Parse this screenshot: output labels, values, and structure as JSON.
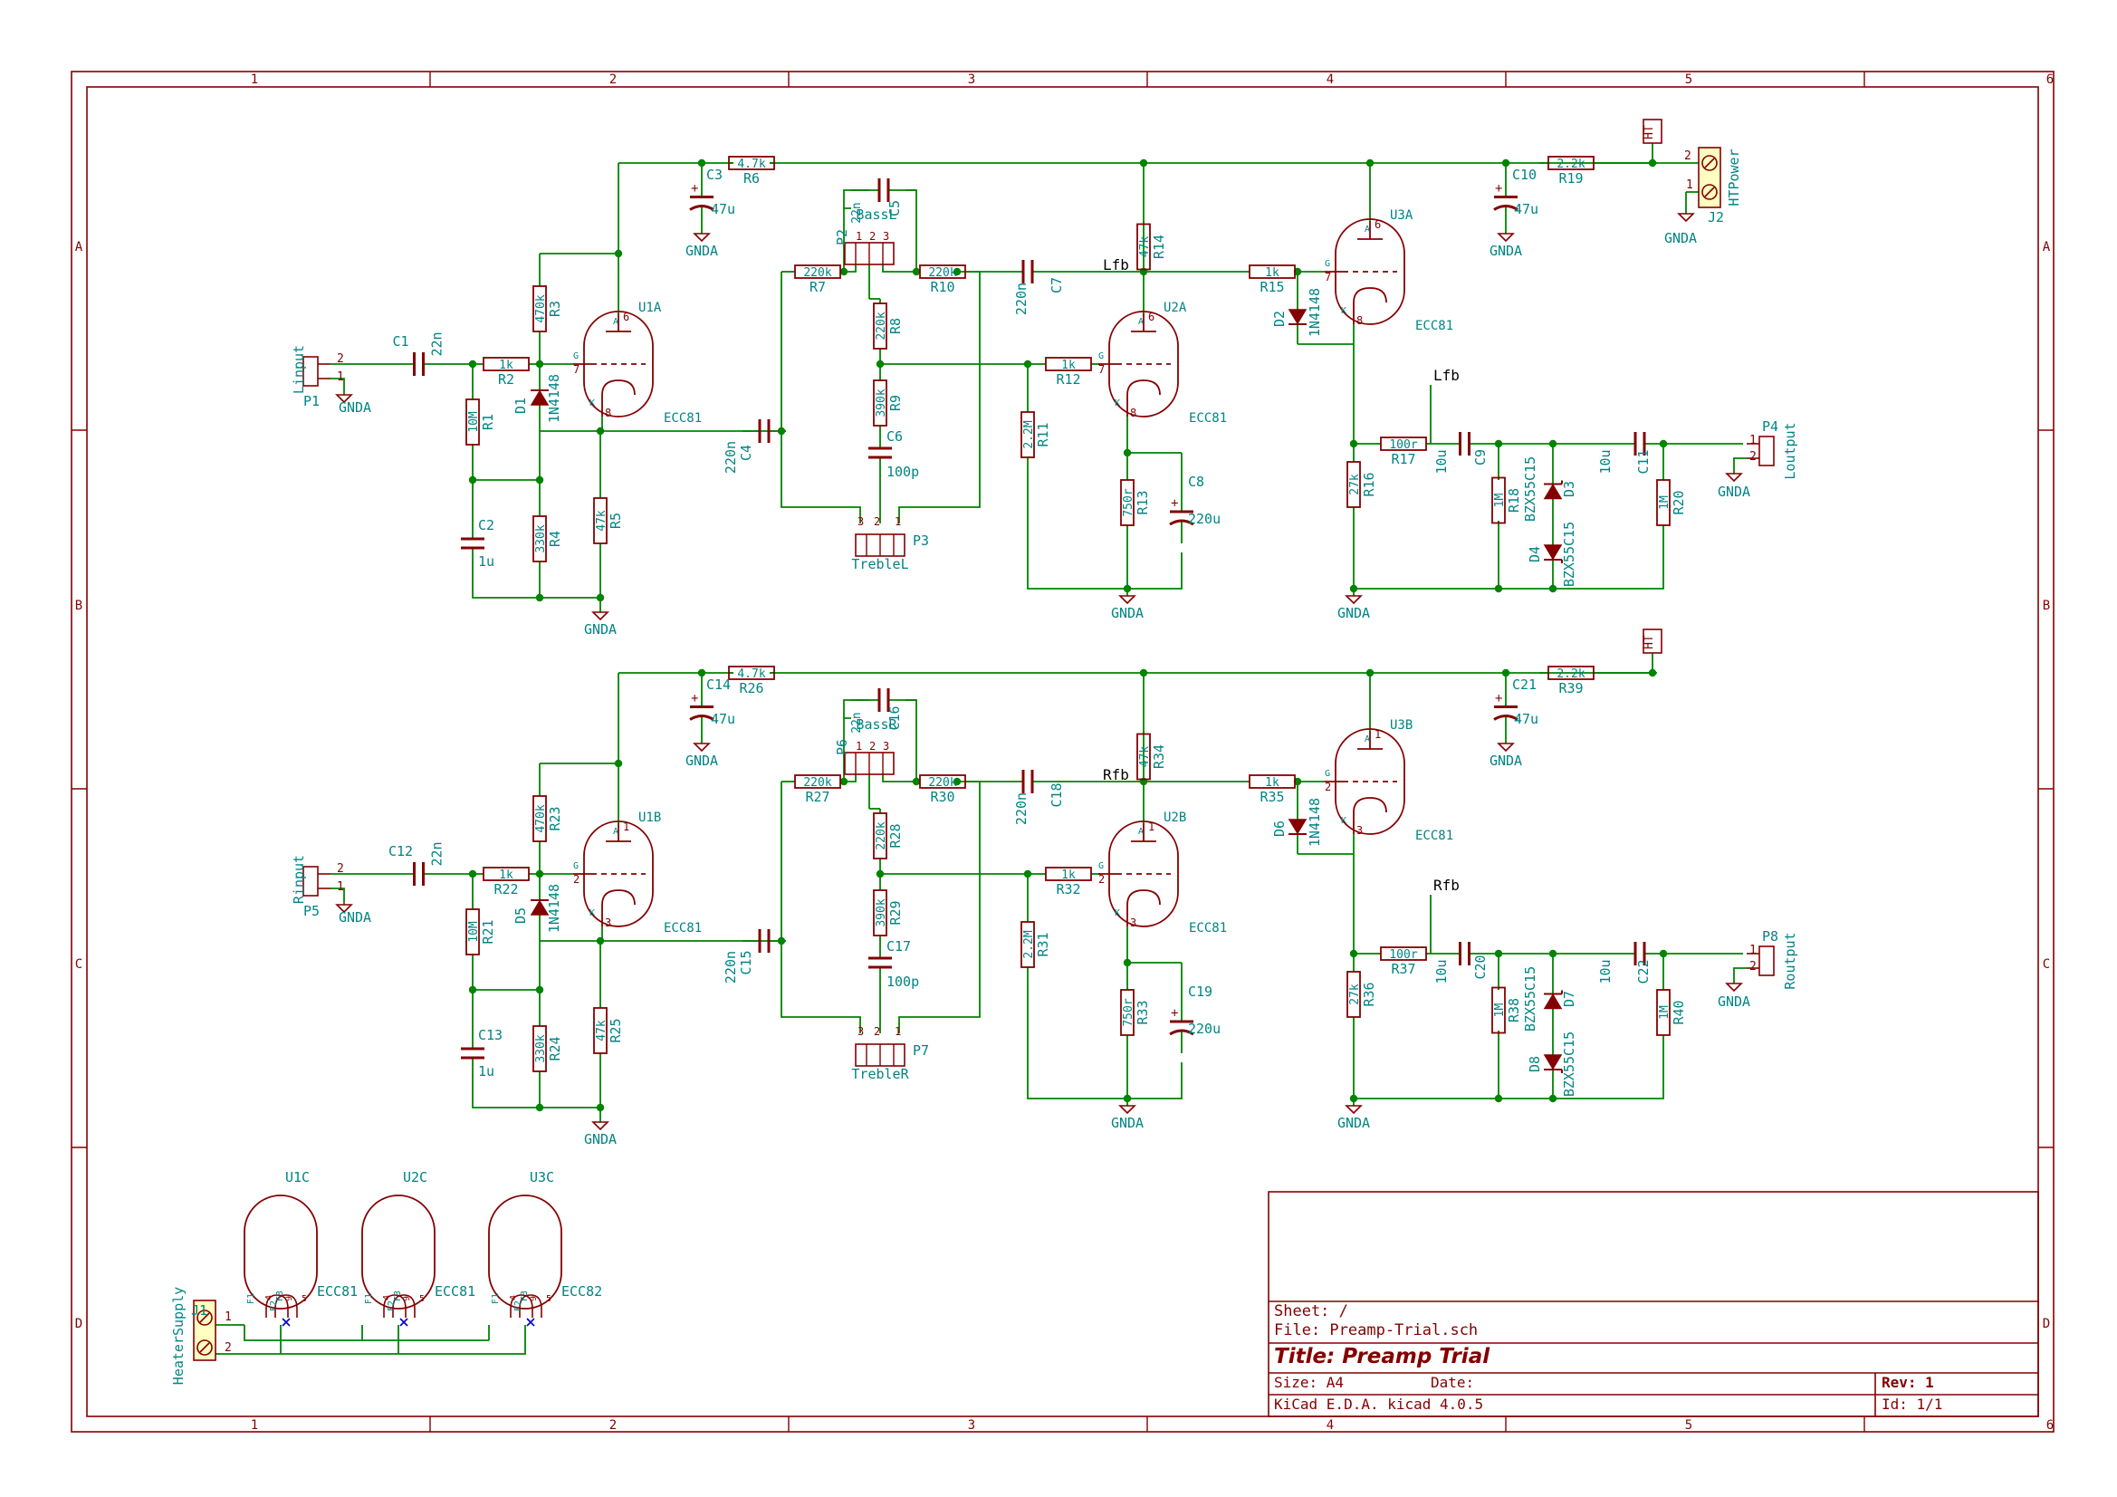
{
  "colors": {
    "border": "#840000",
    "wire": "#008400",
    "part": "#840000",
    "label": "#008484",
    "text": "#000000",
    "junction": "#008400",
    "nc": "#0000c4",
    "fill": "#ffffc2"
  },
  "border": {
    "cols": [
      "1",
      "2",
      "3",
      "4",
      "5",
      "6"
    ],
    "rows": [
      "A",
      "B",
      "C",
      "D"
    ]
  },
  "title_block": {
    "sheet": "Sheet: /",
    "file": "File: Preamp-Trial.sch",
    "title": "Title: Preamp Trial",
    "size": "Size: A4",
    "date": "Date:",
    "rev": "Rev: 1",
    "tool": "KiCad E.D.A.  kicad 4.0.5",
    "id": "Id: 1/1"
  },
  "left": {
    "conn_in": {
      "ref": "P1",
      "val": "Linput",
      "p1": "1",
      "p2": "2"
    },
    "C1": {
      "ref": "C1",
      "val": "22n"
    },
    "R1": {
      "ref": "R1",
      "val": "10M"
    },
    "R2": {
      "ref": "R2",
      "val": "1k"
    },
    "D1": {
      "ref": "D1",
      "val": "1N4148"
    },
    "R3": {
      "ref": "R3",
      "val": "470k"
    },
    "R4": {
      "ref": "R4",
      "val": "330k"
    },
    "C2": {
      "ref": "C2",
      "val": "1u"
    },
    "R5": {
      "ref": "R5",
      "val": "47k"
    },
    "tubeA": {
      "ref": "U1A",
      "val": "ECC81",
      "pA": "6",
      "pG": "7",
      "pK": "8",
      "lA": "A",
      "lG": "G",
      "lK": "K"
    },
    "C3": {
      "ref": "C3",
      "val": "47u"
    },
    "R6": {
      "ref": "R6",
      "val": "4.7k"
    },
    "C4": {
      "ref": "C4",
      "val": "220n"
    },
    "R7": {
      "ref": "R7",
      "val": "220k"
    },
    "pot_bass": {
      "ref": "P2",
      "val": "BassL",
      "p1": "1",
      "p2": "2",
      "p3": "3"
    },
    "C5": {
      "ref": "C5",
      "val": "22n"
    },
    "R8": {
      "ref": "R8",
      "val": "220k"
    },
    "R9": {
      "ref": "R9",
      "val": "390k"
    },
    "C6": {
      "ref": "C6",
      "val": "100p"
    },
    "pot_treble": {
      "ref": "P3",
      "val": "TrebleL",
      "p1": "1",
      "p2": "2",
      "p3": "3"
    },
    "R10": {
      "ref": "R10",
      "val": "220k"
    },
    "C7": {
      "ref": "C7",
      "val": "220n"
    },
    "fb": "Lfb",
    "R11": {
      "ref": "R11",
      "val": "2.2M"
    },
    "R12": {
      "ref": "R12",
      "val": "1k"
    },
    "tubeB": {
      "ref": "U2A",
      "val": "ECC81",
      "pA": "6",
      "pG": "7",
      "pK": "8",
      "lA": "A",
      "lG": "G",
      "lK": "K"
    },
    "R13": {
      "ref": "R13",
      "val": "750r"
    },
    "C8": {
      "ref": "C8",
      "val": "220u"
    },
    "R14": {
      "ref": "R14",
      "val": "47k"
    },
    "R15": {
      "ref": "R15",
      "val": "1k"
    },
    "D2": {
      "ref": "D2",
      "val": "1N4148"
    },
    "tubeC": {
      "ref": "U3A",
      "val": "ECC81",
      "pA": "6",
      "pG": "7",
      "pK": "8",
      "lA": "A",
      "lG": "G",
      "lK": "K"
    },
    "C10": {
      "ref": "C10",
      "val": "47u"
    },
    "R19": {
      "ref": "R19",
      "val": "2.2k"
    },
    "ht": "HT",
    "conn_pwr": {
      "ref": "J2",
      "val": "HTPower",
      "p1": "1",
      "p2": "2"
    },
    "R16": {
      "ref": "R16",
      "val": "27k"
    },
    "R17": {
      "ref": "R17",
      "val": "100r"
    },
    "C9": {
      "ref": "C9",
      "val": "10u"
    },
    "R18": {
      "ref": "R18",
      "val": "1M"
    },
    "D3": {
      "ref": "D3",
      "val": "BZX55C15"
    },
    "D4": {
      "ref": "D4",
      "val": "BZX55C15"
    },
    "C11": {
      "ref": "C11",
      "val": "10u"
    },
    "R20": {
      "ref": "R20",
      "val": "1M"
    },
    "conn_out": {
      "ref": "P4",
      "val": "Loutput",
      "p1": "1",
      "p2": "2"
    }
  },
  "right": {
    "conn_in": {
      "ref": "P5",
      "val": "Rinput",
      "p1": "1",
      "p2": "2"
    },
    "C1": {
      "ref": "C12",
      "val": "22n"
    },
    "R1": {
      "ref": "R21",
      "val": "10M"
    },
    "R2": {
      "ref": "R22",
      "val": "1k"
    },
    "D1": {
      "ref": "D5",
      "val": "1N4148"
    },
    "R3": {
      "ref": "R23",
      "val": "470k"
    },
    "R4": {
      "ref": "R24",
      "val": "330k"
    },
    "C2": {
      "ref": "C13",
      "val": "1u"
    },
    "R5": {
      "ref": "R25",
      "val": "47k"
    },
    "tubeA": {
      "ref": "U1B",
      "val": "ECC81",
      "pA": "1",
      "pG": "2",
      "pK": "3",
      "lA": "A",
      "lG": "G",
      "lK": "K"
    },
    "C3": {
      "ref": "C14",
      "val": "47u"
    },
    "R6": {
      "ref": "R26",
      "val": "4.7k"
    },
    "C4": {
      "ref": "C15",
      "val": "220n"
    },
    "R7": {
      "ref": "R27",
      "val": "220k"
    },
    "pot_bass": {
      "ref": "P6",
      "val": "BassR",
      "p1": "1",
      "p2": "2",
      "p3": "3"
    },
    "C5": {
      "ref": "C16",
      "val": "22n"
    },
    "R8": {
      "ref": "R28",
      "val": "220k"
    },
    "R9": {
      "ref": "R29",
      "val": "390k"
    },
    "C6": {
      "ref": "C17",
      "val": "100p"
    },
    "pot_treble": {
      "ref": "P7",
      "val": "TrebleR",
      "p1": "1",
      "p2": "2",
      "p3": "3"
    },
    "R10": {
      "ref": "R30",
      "val": "220k"
    },
    "C7": {
      "ref": "C18",
      "val": "220n"
    },
    "fb": "Rfb",
    "R11": {
      "ref": "R31",
      "val": "2.2M"
    },
    "R12": {
      "ref": "R32",
      "val": "1k"
    },
    "tubeB": {
      "ref": "U2B",
      "val": "ECC81",
      "pA": "1",
      "pG": "2",
      "pK": "3",
      "lA": "A",
      "lG": "G",
      "lK": "K"
    },
    "R13": {
      "ref": "R33",
      "val": "750r"
    },
    "C8": {
      "ref": "C19",
      "val": "220u"
    },
    "R14": {
      "ref": "R34",
      "val": "47k"
    },
    "R15": {
      "ref": "R35",
      "val": "1k"
    },
    "D2": {
      "ref": "D6",
      "val": "1N4148"
    },
    "tubeC": {
      "ref": "U3B",
      "val": "ECC81",
      "pA": "1",
      "pG": "2",
      "pK": "3",
      "lA": "A",
      "lG": "G",
      "lK": "K"
    },
    "C10": {
      "ref": "C21",
      "val": "47u"
    },
    "R19": {
      "ref": "R39",
      "val": "2.2k"
    },
    "ht": "HT",
    "R16": {
      "ref": "R36",
      "val": "27k"
    },
    "R17": {
      "ref": "R37",
      "val": "100r"
    },
    "C9": {
      "ref": "C20",
      "val": "10u"
    },
    "R18": {
      "ref": "R38",
      "val": "1M"
    },
    "D3": {
      "ref": "D7",
      "val": "BZX55C15"
    },
    "D4": {
      "ref": "D8",
      "val": "BZX55C15"
    },
    "C11": {
      "ref": "C22",
      "val": "10u"
    },
    "R20": {
      "ref": "R40",
      "val": "1M"
    },
    "conn_out": {
      "ref": "P8",
      "val": "Routput",
      "p1": "1",
      "p2": "2"
    }
  },
  "ground_label": "GNDA",
  "heater": {
    "conn": {
      "ref": "J1",
      "val": "HeaterSupply",
      "p1": "1",
      "p2": "2"
    },
    "tubes": [
      {
        "ref": "U1C",
        "val": "ECC81"
      },
      {
        "ref": "U2C",
        "val": "ECC81"
      },
      {
        "ref": "U3C",
        "val": "ECC82"
      }
    ],
    "pins": {
      "f1": "F1",
      "f2": "F2",
      "f3": "F3",
      "p4": "4",
      "p5": "5",
      "p9": "9"
    }
  }
}
